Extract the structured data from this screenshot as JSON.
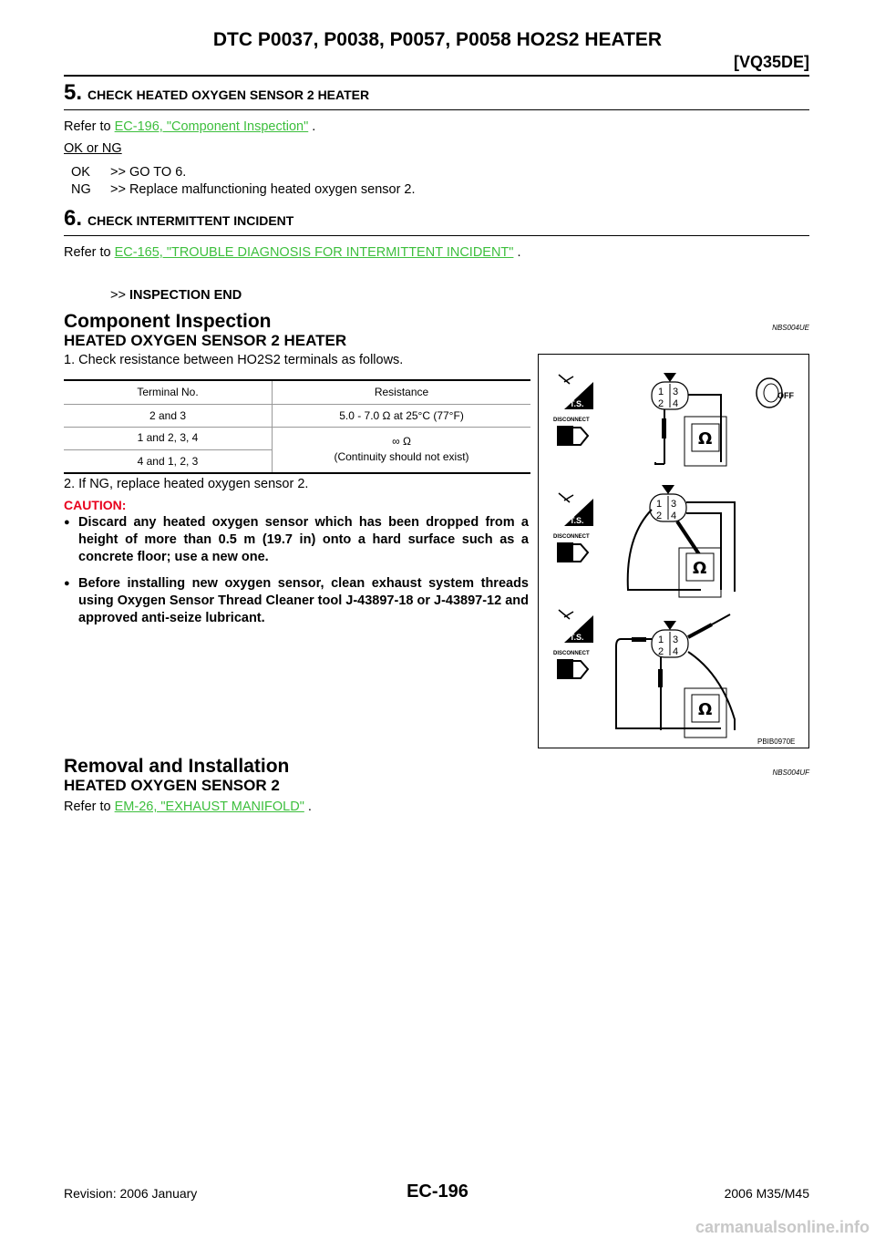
{
  "header": {
    "title": "DTC P0037, P0038, P0057, P0058 HO2S2 HEATER",
    "model": "[VQ35DE]"
  },
  "step5": {
    "number": "5.",
    "title": "CHECK HEATED OXYGEN SENSOR 2 HEATER",
    "refer_prefix": "Refer to ",
    "refer_link": "EC-196, \"Component Inspection\"",
    "refer_suffix": " .",
    "ok_ng": "OK or NG",
    "ok_label": "OK",
    "ok_text": ">> GO TO 6.",
    "ng_label": "NG",
    "ng_text": ">> Replace malfunctioning heated oxygen sensor 2."
  },
  "step6": {
    "number": "6.",
    "title": "CHECK INTERMITTENT INCIDENT",
    "refer_prefix": "Refer to ",
    "refer_link": "EC-165, \"TROUBLE DIAGNOSIS FOR INTERMITTENT INCIDENT\"",
    "refer_suffix": " .",
    "end_prefix": ">> ",
    "end_text": "INSPECTION END"
  },
  "component_inspection": {
    "title": "Component Inspection",
    "code": "NBS004UE",
    "subtitle": "HEATED OXYGEN SENSOR 2 HEATER",
    "step1": "1.   Check resistance between HO2S2 terminals as follows.",
    "table": {
      "headers": [
        "Terminal No.",
        "Resistance"
      ],
      "rows": [
        {
          "terminal": "2 and 3",
          "resistance": "5.0 - 7.0 Ω at 25°C (77°F)"
        },
        {
          "terminal": "1 and 2, 3, 4",
          "resistance": "∞ Ω"
        },
        {
          "terminal": "4 and 1, 2, 3",
          "resistance": "(Continuity should not exist)"
        }
      ]
    },
    "step2": "2.   If NG, replace heated oxygen sensor 2.",
    "caution_label": "CAUTION:",
    "caution_items": [
      "Discard any heated oxygen sensor which has been dropped from a height of more than 0.5 m (19.7 in) onto a hard surface such as a concrete floor; use a new one.",
      "Before installing new oxygen sensor, clean exhaust system threads using Oxygen Sensor Thread Cleaner tool J-43897-18 or J-43897-12 and approved anti-seize lubricant."
    ],
    "figure": {
      "ts_label": "T.S.",
      "disconnect_label": "DISCONNECT",
      "off_label": "OFF",
      "ohm_symbol": "Ω",
      "pins": [
        "1",
        "3",
        "2",
        "4"
      ],
      "code": "PBIB0970E"
    }
  },
  "removal": {
    "title": "Removal and Installation",
    "code": "NBS004UF",
    "subtitle": "HEATED OXYGEN SENSOR 2",
    "refer_prefix": "Refer to ",
    "refer_link": "EM-26, \"EXHAUST MANIFOLD\"",
    "refer_suffix": " ."
  },
  "footer": {
    "revision": "Revision: 2006 January",
    "page": "EC-196",
    "model": "2006 M35/M45",
    "watermark": "carmanualsonline.info"
  }
}
